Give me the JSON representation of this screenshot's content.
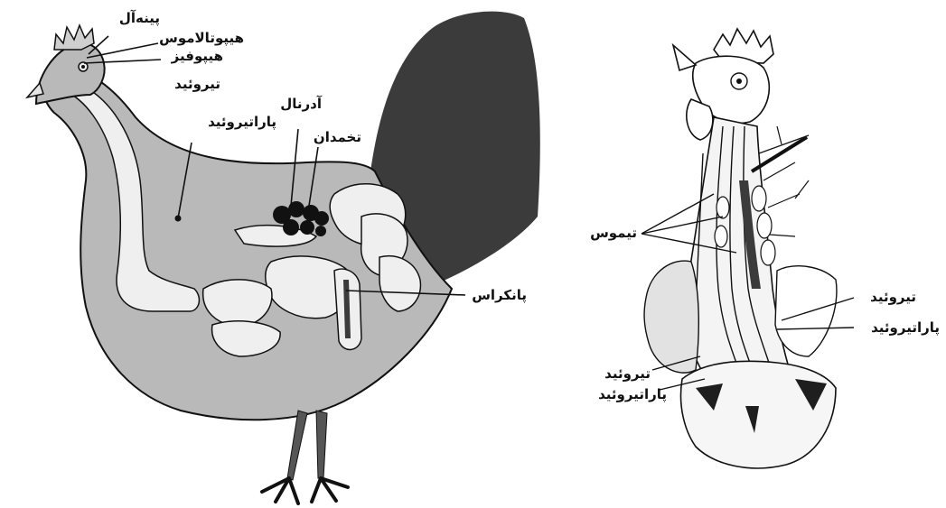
{
  "colors": {
    "body_fill": "#b9b9b9",
    "dark_fill": "#3b3b3b",
    "organ_fill": "#efefef",
    "ink": "#111111"
  },
  "left_figure": {
    "labels": {
      "pineal": "پینه‌آل",
      "hypothalamus": "هیپوتالاموس",
      "pituitary": "هیپوفیز",
      "thyroid": "تیروئید",
      "parathyroid": "پاراتیروئید",
      "adrenal": "آدرنال",
      "ovary": "تخمدان",
      "pancreas": "پانکراس"
    }
  },
  "right_figure": {
    "labels": {
      "thymus": "تیموس",
      "thyroid_upper": "تیروئید",
      "parathyroid_upper": "پاراتیروئید",
      "thyroid_lower": "تیروئید",
      "parathyroid_lower": "پاراتیروئید"
    }
  }
}
